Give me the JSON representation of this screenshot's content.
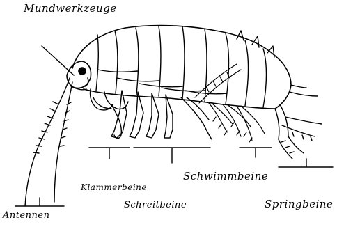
{
  "labels": {
    "mundwerkzeuge": "Mundwerkzeuge",
    "antennen": "Antennen",
    "klammerbeine": "Klammerbeine",
    "schreitbeine": "Schreitbeine",
    "schwimmbeine": "Schwimmbeine",
    "springbeine": "Springbeine"
  },
  "colors": {
    "ink": "#000000",
    "paper": "#ffffff"
  }
}
